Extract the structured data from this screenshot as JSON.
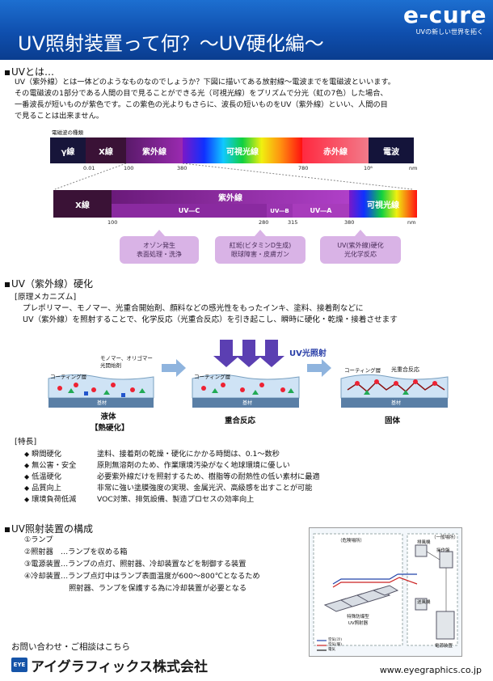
{
  "header": {
    "title": "UV照射装置って何？～UV硬化編～",
    "brand": "e-cure",
    "brand_tagline": "UVの新しい世界を拓く",
    "colors": {
      "header_bg": "#0f4fae"
    }
  },
  "uv_about": {
    "heading": "UVとは…",
    "lines": [
      "UV（紫外線）とは一体どのようなものなのでしょうか？下図に描いてある放射線～電波までを電磁波といいます。",
      "その電磁波の1部分である人間の目で見ることができる光（可視光線）をプリズムで分光（虹の7色）した場合、",
      "一番波長が短いものが紫色です。この紫色の光よりもさらに、波長の短いものをUV（紫外線）といい、人間の目",
      "で見ることは出来ません。"
    ]
  },
  "spectrum": {
    "caption": "電磁波の種類",
    "bands": [
      "γ線",
      "X線",
      "紫外線",
      "可視光線",
      "赤外線",
      "電波"
    ],
    "ticks": [
      "0.01",
      "100",
      "380",
      "780",
      "10⁶",
      "nm"
    ],
    "detail_bands": [
      "X線",
      "紫外線",
      "可視光線"
    ],
    "uv_sub": [
      "UV―C",
      "UV―B",
      "UV―A"
    ],
    "detail_ticks": [
      "100",
      "280",
      "315",
      "380",
      "nm"
    ],
    "bubbles": [
      {
        "line1": "オゾン発生",
        "line2": "表面処理・洗浄"
      },
      {
        "line1": "紅斑(ビタミンD生成)",
        "line2": "眼球障害・皮膚ガン"
      },
      {
        "line1": "UV(紫外線)硬化",
        "line2": "光化学反応"
      }
    ]
  },
  "curing": {
    "heading": "UV（紫外線）硬化",
    "principle_label": "[原理メカニズム]",
    "principle_lines": [
      "プレポリマー、モノマー、光重合開始剤、顔料などの感光性をもったインキ、塗料、接着剤などに",
      "UV（紫外線）を照射することで、化学反応（光重合反応）を引き起こし、瞬時に硬化・乾燥・接着させます"
    ],
    "diagram": {
      "monomer_label": "モノマー、オリゴマー",
      "initiator_label": "光開始剤",
      "coating_label": "コーティング層",
      "substrate_label": "基材",
      "uv_label": "UV光照射",
      "photopoly_label": "光重合反応",
      "state1": "液体",
      "state1_sub": "【熱硬化】",
      "state2": "重合反応",
      "state3": "固体"
    }
  },
  "features": {
    "label": "[特長]",
    "items": [
      {
        "key": "瞬間硬化",
        "desc": "塗料、接着剤の乾燥・硬化にかかる時間は、0.1～数秒"
      },
      {
        "key": "無公害・安全",
        "desc": "原則無溶剤のため、作業環境汚染がなく地球環境に優しい"
      },
      {
        "key": "低温硬化",
        "desc": "必要紫外線だけを照射するため、樹脂等の耐熱性の低い素材に最適"
      },
      {
        "key": "品質向上",
        "desc": "非常に強い塗膜強度の実現、金属光沢、高級感を出すことが可能"
      },
      {
        "key": "環境負荷低減",
        "desc": "VOC対策、排気設備、製造プロセスの効率向上"
      }
    ]
  },
  "device": {
    "heading": "UV照射装置の構成",
    "lines": [
      "①ランプ",
      "②照射器　…ランプを収める箱",
      "③電源装置…ランプの点灯、照射器、冷却装置などを制御する装置",
      "④冷却装置…ランプ点灯中はランプ表面温度が600～800℃となるため",
      "　　　　　　照射器、ランプを保護する為に冷却装置が必要となる"
    ],
    "figure": {
      "hazard_area": "（危険場所）",
      "general_area": "（一般場所）",
      "exhaust": "排風機",
      "control_panel": "操作盤",
      "blower": "送風機",
      "irradiator": "特殊防爆型\nUV照射器",
      "power": "電源装置",
      "legend": [
        "空気(冷)",
        "空気(暖)",
        "電気"
      ]
    }
  },
  "footer": {
    "contact": "お問い合わせ・ご相談はこちら",
    "logo_badge": "EYE",
    "company": "アイグラフィックス株式会社",
    "url": "www.eyegraphics.co.jp"
  }
}
